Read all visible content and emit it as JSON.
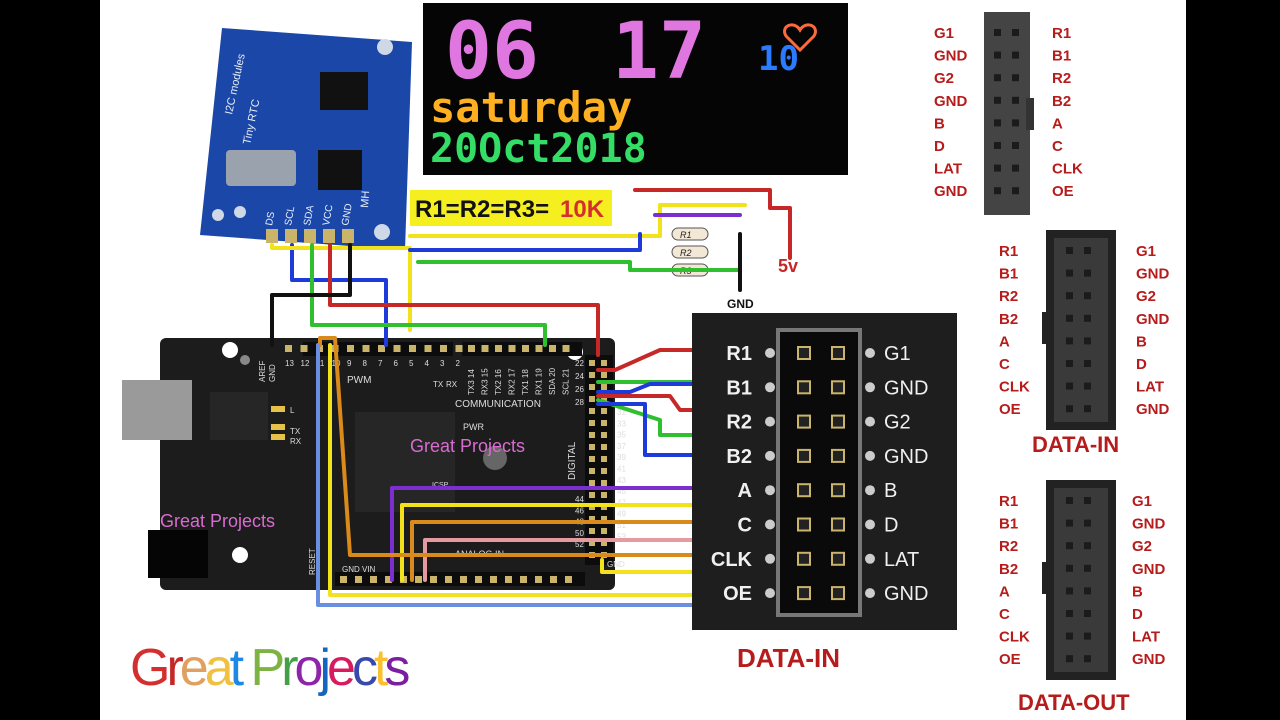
{
  "led_panel": {
    "time_left": "06",
    "time_right": "17",
    "seconds": "10",
    "day": "saturday",
    "date": "20Oct2018"
  },
  "rtc": {
    "module_label": "Tiny RTC",
    "bus_label": "I2C modules",
    "side_label": "MH",
    "pins": [
      "DS",
      "SCL",
      "SDA",
      "VCC",
      "GND"
    ]
  },
  "resistor_note": {
    "prefix": "R1=R2=R3=",
    "value": "10K",
    "labels": [
      "R1",
      "R2",
      "R3"
    ]
  },
  "power": {
    "five_volt": "5v",
    "ground": "GND"
  },
  "arduino": {
    "pwm": "PWM",
    "communication": "COMMUNICATION",
    "digital": "DIGITAL",
    "analog_in": "ANALOG IN",
    "pwr": "PWR",
    "reset": "RESET",
    "gnd_vin": "GND VIN",
    "aref": "AREF",
    "gnd": "GND",
    "icsp": "ICSP",
    "tx": "TX",
    "rx": "RX",
    "l": "L",
    "watermark": "Great Projects",
    "top_pins": [
      "13",
      "12",
      "11",
      "10",
      "9",
      "8",
      "7",
      "6",
      "5",
      "4",
      "3",
      "2"
    ],
    "comm_pins": [
      "TX3 14",
      "RX3 15",
      "TX2 16",
      "RX2 17",
      "TX1 18",
      "RX1 19",
      "SDA 20",
      "SCL 21"
    ],
    "even_pins": [
      "22",
      "24",
      "26",
      "28"
    ],
    "odd_pins": [
      "31",
      "33",
      "35",
      "37",
      "39",
      "41",
      "43",
      "45",
      "47",
      "49",
      "51",
      "53"
    ],
    "left_pins": [
      "44",
      "46",
      "48",
      "50",
      "52"
    ],
    "bottom_gnd": "GND"
  },
  "data_in_connector": {
    "left_labels": [
      "R1",
      "B1",
      "R2",
      "B2",
      "A",
      "C",
      "CLK",
      "OE"
    ],
    "right_labels": [
      "G1",
      "GND",
      "G2",
      "GND",
      "B",
      "D",
      "LAT",
      "GND"
    ],
    "title": "DATA-IN"
  },
  "ref_top": {
    "left_labels": [
      "G1",
      "GND",
      "G2",
      "GND",
      "B",
      "D",
      "LAT",
      "GND"
    ],
    "right_labels": [
      "R1",
      "B1",
      "R2",
      "B2",
      "A",
      "C",
      "CLK",
      "OE"
    ]
  },
  "ref_middle": {
    "left_labels": [
      "R1",
      "B1",
      "R2",
      "B2",
      "A",
      "C",
      "CLK",
      "OE"
    ],
    "right_labels": [
      "G1",
      "GND",
      "G2",
      "GND",
      "B",
      "D",
      "LAT",
      "GND"
    ],
    "title": "DATA-IN"
  },
  "ref_bottom": {
    "left_labels": [
      "R1",
      "B1",
      "R2",
      "B2",
      "A",
      "C",
      "CLK",
      "OE"
    ],
    "right_labels": [
      "G1",
      "GND",
      "G2",
      "GND",
      "B",
      "D",
      "LAT",
      "GND"
    ],
    "title": "DATA-OUT"
  },
  "brand": {
    "letters": [
      "G",
      "r",
      "e",
      "a",
      "t",
      " ",
      "P",
      "r",
      "o",
      "j",
      "e",
      "c",
      "t",
      "s"
    ],
    "colors": [
      "#d32f2f",
      "#c62828",
      "#e0a060",
      "#f0c040",
      "#1e88e5",
      " ",
      "#7cb342",
      "#43a047",
      "#8e24aa",
      "#1565c0",
      "#d81b60",
      "#3949ab",
      "#fbc02d",
      "#7b1fa2"
    ]
  },
  "colors": {
    "label_red": "#b71c1c",
    "wire_red": "#c62828",
    "wire_blue": "#1e3ad8",
    "wire_green": "#2fbf2f",
    "wire_yellow": "#f2e21b",
    "wire_purple": "#7b2fd0",
    "wire_orange": "#d98a1a",
    "wire_pink": "#e59aa0",
    "wire_lightblue": "#6a8fe0",
    "wire_black": "#111111"
  }
}
